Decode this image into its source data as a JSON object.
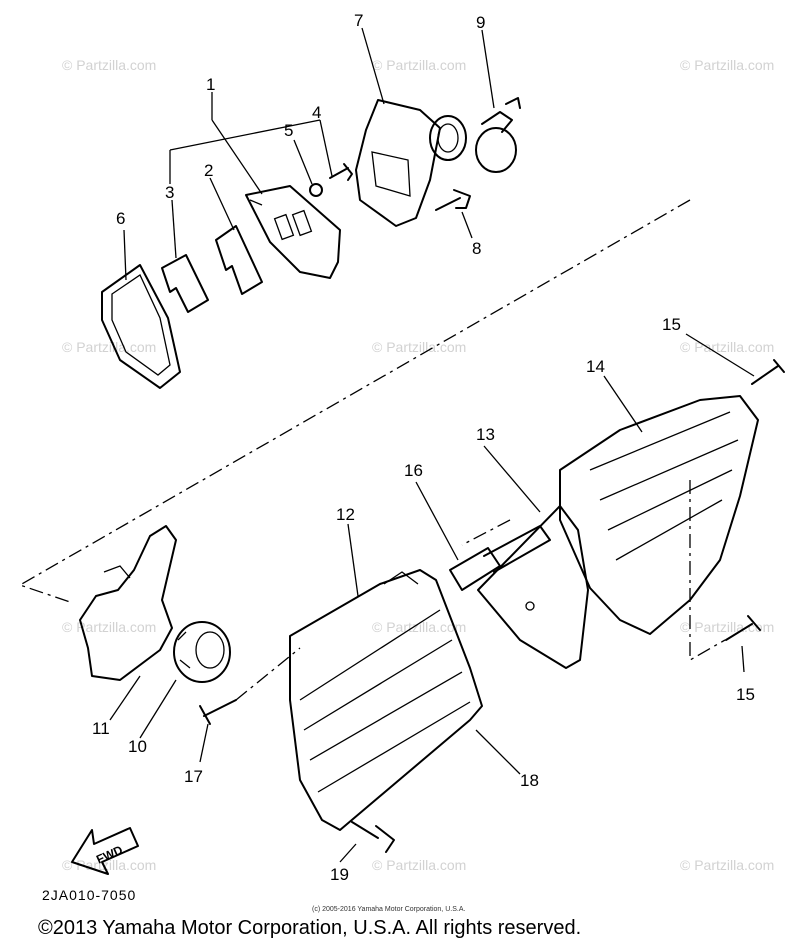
{
  "watermark": "© Partzilla.com",
  "callouts": {
    "p1": "1",
    "p2": "2",
    "p3": "3",
    "p4": "4",
    "p5": "5",
    "p6": "6",
    "p7": "7",
    "p8": "8",
    "p9": "9",
    "p10": "10",
    "p11": "11",
    "p12": "12",
    "p13": "13",
    "p14": "14",
    "p15a": "15",
    "p15b": "15",
    "p16": "16",
    "p17": "17",
    "p18": "18",
    "p19": "19"
  },
  "fwd_label": "FWD",
  "diagram_code": "2JA010-7050",
  "small_copyright": "(c) 2005-2016 Yamaha Motor Corporation, U.S.A.",
  "copyright": "©2013 Yamaha Motor Corporation, U.S.A. All rights reserved."
}
